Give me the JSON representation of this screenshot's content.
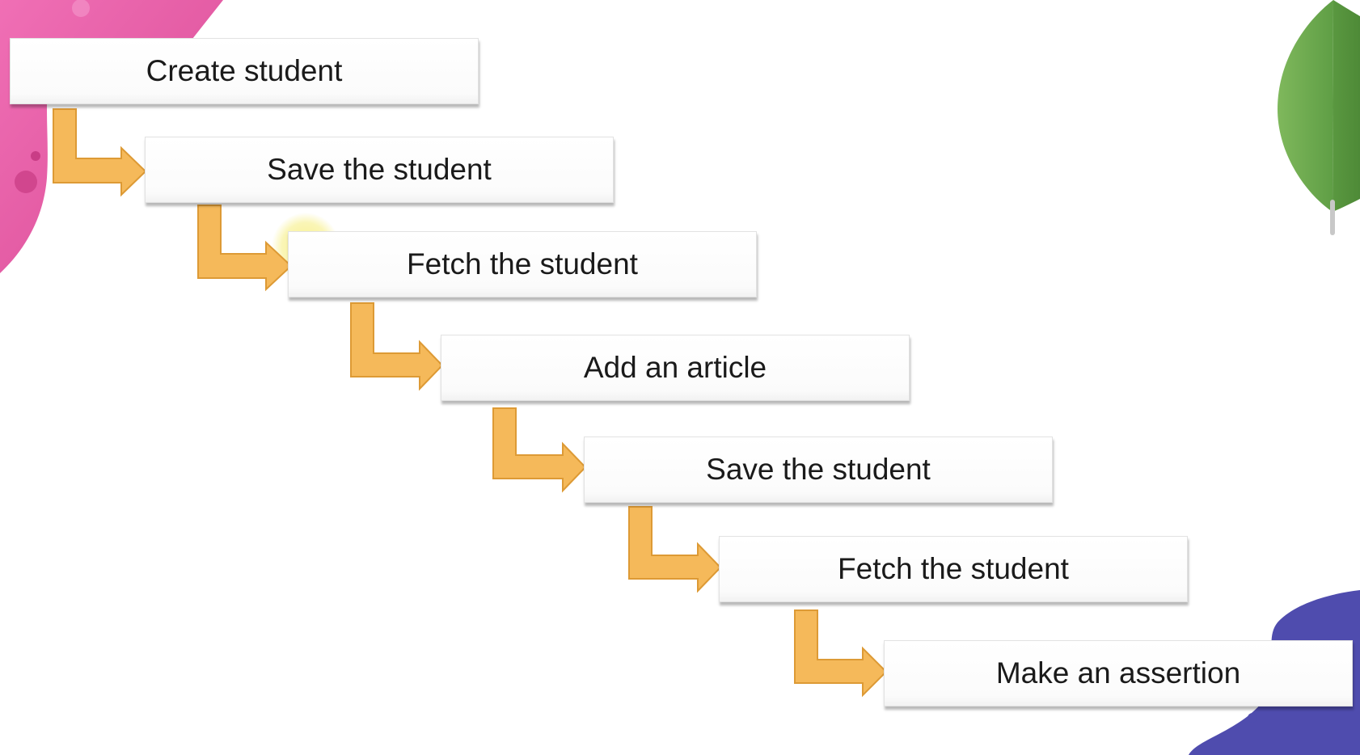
{
  "diagram": {
    "steps": [
      {
        "label": "Create student"
      },
      {
        "label": "Save the student"
      },
      {
        "label": "Fetch the student"
      },
      {
        "label": "Add an article"
      },
      {
        "label": "Save the student"
      },
      {
        "label": "Fetch the student"
      },
      {
        "label": "Make an assertion"
      }
    ],
    "connector": "elbow-arrow"
  },
  "colors": {
    "arrow_fill": "#f5b95a",
    "arrow_stroke": "#dd9a35",
    "pink_blob": "#e5559e",
    "blue_blob": "#4f4cae",
    "leaf_green": "#6aa84f",
    "cursor_highlight": "#f7ef86"
  }
}
